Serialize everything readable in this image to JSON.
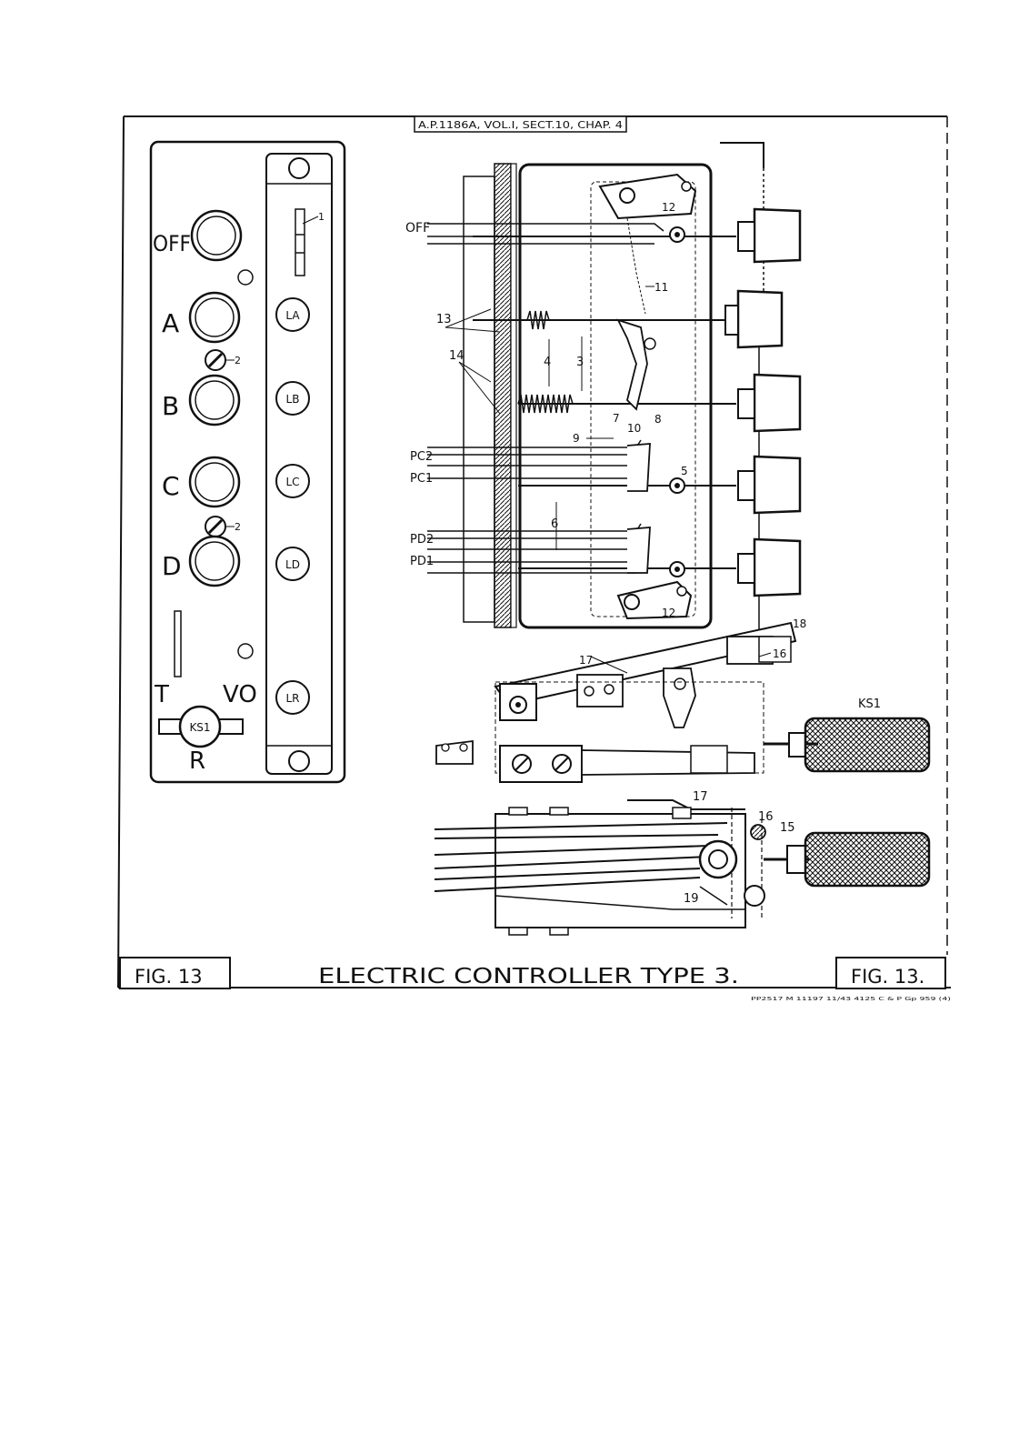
{
  "header": {
    "reference": "A.P.1186A, VOL.I, SECT.10, CHAP. 4"
  },
  "footer": {
    "fig_left": "FIG. 13",
    "title": "ELECTRIC CONTROLLER TYPE 3.",
    "fig_right": "FIG. 13.",
    "print_code": "PP2517 M 11197 11/43 4125 C & P Gp 959 (4)"
  },
  "front_panel": {
    "off": "OFF",
    "a": "A",
    "b": "B",
    "c": "C",
    "d": "D",
    "t": "T",
    "vo": "VO",
    "r": "R",
    "ks1": "KS1",
    "lamp_la": "LA",
    "lamp_lb": "LB",
    "lamp_lc": "LC",
    "lamp_ld": "LD",
    "lamp_lr": "LR",
    "callout_1": "1",
    "callout_2a": "2",
    "callout_2b": "2"
  },
  "side_view": {
    "off": "OFF",
    "pc2": "PC2",
    "pc1": "PC1",
    "pd2": "PD2",
    "pd1": "PD1",
    "n3": "3",
    "n4": "4",
    "n5": "5",
    "n6": "6",
    "n7": "7",
    "n8": "8",
    "n9": "9",
    "n10": "10",
    "n11": "11",
    "n12a": "12",
    "n12b": "12",
    "n13": "13",
    "n14": "14",
    "n16": "16",
    "n17": "17",
    "n18": "18",
    "ks1": "KS1"
  },
  "plan_view": {
    "n15": "15",
    "n16": "16",
    "n17": "17",
    "n19": "19"
  }
}
